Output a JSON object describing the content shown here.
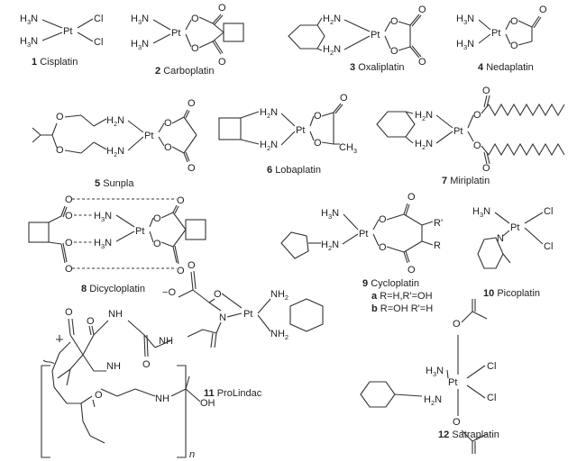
{
  "atoms": {
    "pt": "Pt",
    "cl": "Cl",
    "h": "H",
    "n": "N",
    "nh": "NH",
    "o": "O",
    "two": "2",
    "three": "3",
    "c": "C",
    "oh": "OH",
    "minus": "−"
  },
  "compounds": [
    {
      "num": "1",
      "name": "Cisplatin"
    },
    {
      "num": "2",
      "name": "Carboplatin"
    },
    {
      "num": "3",
      "name": "Oxaliplatin"
    },
    {
      "num": "4",
      "name": "Nedaplatin"
    },
    {
      "num": "5",
      "name": "Sunpla"
    },
    {
      "num": "6",
      "name": "Lobaplatin"
    },
    {
      "num": "7",
      "name": "Miriplatin"
    },
    {
      "num": "8",
      "name": "Dicycloplatin"
    },
    {
      "num": "9",
      "name": "Cycloplatin"
    },
    {
      "num": "10",
      "name": "Picoplatin"
    },
    {
      "num": "11",
      "name": "ProLindac"
    },
    {
      "num": "12",
      "name": "Satraplatin"
    }
  ],
  "cycloplatin_variants": [
    {
      "letter": "a",
      "text": "R=H,R'=OH"
    },
    {
      "letter": "b",
      "text": "R=OH R'=H"
    }
  ],
  "r_labels": {
    "r": "R",
    "r_prime": "R'"
  },
  "polymer_subscript": "n"
}
